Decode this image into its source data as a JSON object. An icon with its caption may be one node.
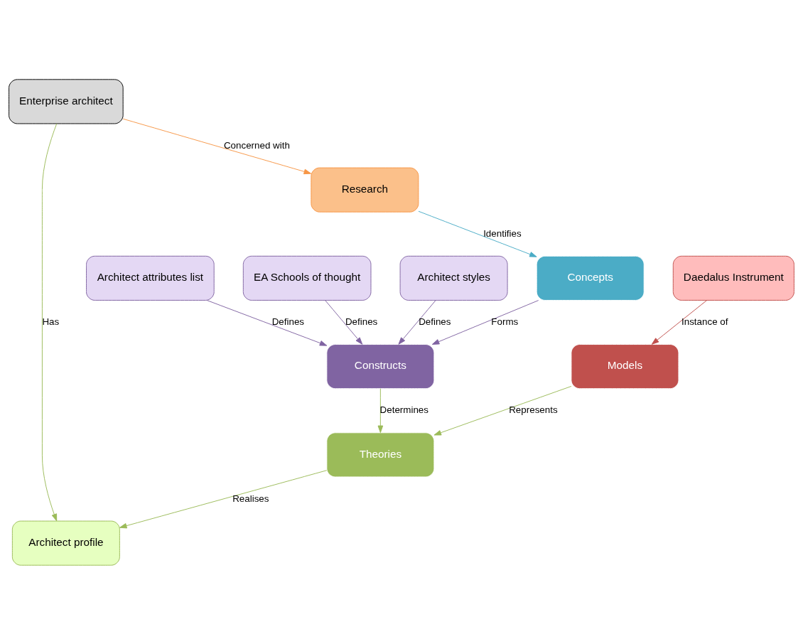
{
  "diagram": {
    "nodes": [
      {
        "text": [
          "Research"
        ]
      },
      {
        "text": [
          "Enterprise architect"
        ]
      },
      {
        "text": [
          "Daedalus Instrument"
        ]
      },
      {
        "text": [
          "Architect profile"
        ]
      },
      {
        "text": [
          "Concepts"
        ]
      },
      {
        "text": [
          "Models"
        ]
      },
      {
        "text": [
          "Constructs"
        ]
      },
      {
        "text": [
          "Theories"
        ]
      },
      {
        "text": [
          "Architect attributes list"
        ]
      },
      {
        "text": [
          "EA Schools of thought"
        ]
      },
      {
        "text": [
          "Architect styles"
        ]
      }
    ],
    "edges": [
      {
        "from": 1,
        "to": 0,
        "arrow": "to",
        "label": "Concerned with",
        "color": "#f79646"
      },
      {
        "from": 0,
        "to": 4,
        "arrow": "to",
        "label": "Identifies",
        "color": "#4bacc6"
      },
      {
        "from": 1,
        "to": 3,
        "arrow": "to",
        "label": "Has",
        "color": "#9bbb59"
      },
      {
        "from": 2,
        "to": 5,
        "arrow": "to",
        "label": "Instance of",
        "color": "#c0504d"
      },
      {
        "from": 5,
        "to": 7,
        "arrow": "to",
        "label": "Represents",
        "color": "#9bbb59"
      },
      {
        "from": 7,
        "to": 3,
        "arrow": "to",
        "label": "Realises",
        "color": "#9bbb59"
      },
      {
        "from": 4,
        "to": 6,
        "arrow": "to",
        "label": "Forms",
        "color": "#8064a2"
      },
      {
        "from": 6,
        "to": 7,
        "arrow": "to",
        "label": "Determines",
        "color": "#9bbb59"
      },
      {
        "from": 8,
        "to": 6,
        "arrow": "to",
        "label": "Defines",
        "color": "#8064a2"
      },
      {
        "from": 9,
        "to": 6,
        "arrow": "to",
        "label": "Defines",
        "color": "#8064a2"
      },
      {
        "from": 10,
        "to": 6,
        "arrow": "to",
        "label": "Defines",
        "color": "#8064a2"
      }
    ]
  }
}
